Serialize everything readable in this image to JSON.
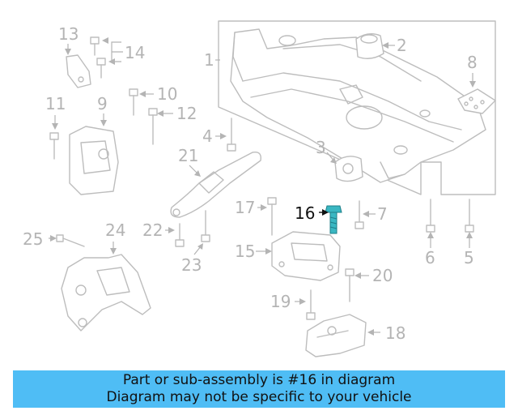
{
  "diagram": {
    "highlighted_part": "16",
    "part_numbers": [
      "1",
      "2",
      "3",
      "4",
      "5",
      "6",
      "7",
      "8",
      "9",
      "10",
      "11",
      "12",
      "13",
      "14",
      "15",
      "16",
      "17",
      "18",
      "19",
      "20",
      "21",
      "22",
      "23",
      "24",
      "25"
    ]
  },
  "banner": {
    "line1": "Part or sub-assembly is #16 in diagram",
    "line2": "Diagram may not be specific to your vehicle",
    "color": "#4fbdf5"
  },
  "colors": {
    "line": "#bdbdbd",
    "highlight_part": "#3ab7c2",
    "highlight_label": "#111111"
  }
}
